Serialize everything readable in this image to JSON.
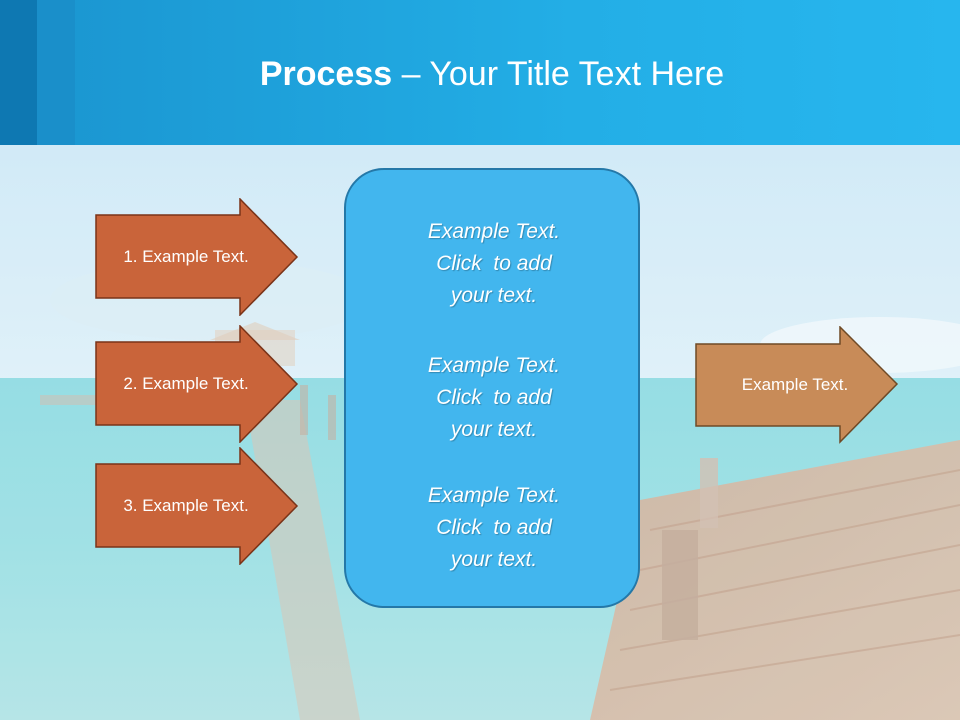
{
  "slide": {
    "title_bold": "Process",
    "title_rest": " – Your Title Text Here",
    "left_arrows": [
      {
        "label": "1. Example Text."
      },
      {
        "label": "2. Example Text."
      },
      {
        "label": "3. Example Text."
      }
    ],
    "center_blocks": [
      {
        "line1": "Example Text.",
        "line2": "Click  to add",
        "line3": "your text."
      },
      {
        "line1": "Example Text.",
        "line2": "Click  to add",
        "line3": "your text."
      },
      {
        "line1": "Example Text.",
        "line2": "Click  to add",
        "line3": "your text."
      }
    ],
    "right_arrow": {
      "label": "Example Text."
    }
  },
  "colors": {
    "header": "#23aee6",
    "left_arrow_fill": "#c9643a",
    "left_arrow_border": "#7a3318",
    "right_arrow_fill": "#c88b58",
    "center_box": "#42b6ee"
  },
  "background": "tropical-sea-pier-photo"
}
